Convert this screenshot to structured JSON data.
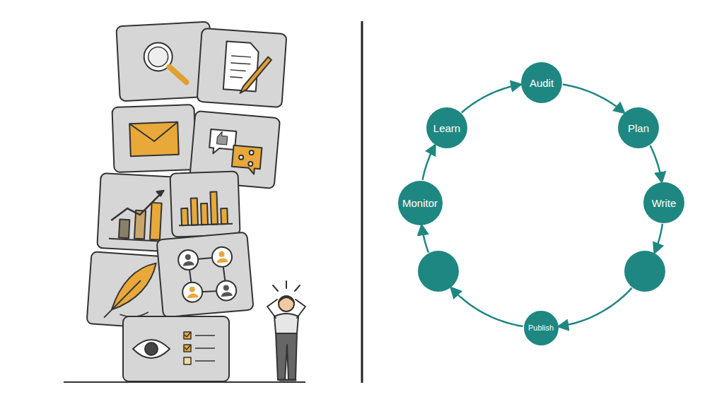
{
  "diagram": {
    "nodes": [
      {
        "text": [
          "Audit"
        ]
      },
      {
        "text": [
          "Plan"
        ]
      },
      {
        "text": [
          "Write"
        ]
      },
      {
        "text": []
      },
      {
        "text": [
          "Publish"
        ]
      },
      {
        "text": []
      },
      {
        "text": [
          "Monitor"
        ]
      },
      {
        "text": [
          "Learn"
        ]
      }
    ],
    "edges": [
      {
        "from": 0,
        "to": 1,
        "arrow": "to"
      },
      {
        "from": 1,
        "to": 2,
        "arrow": "to"
      },
      {
        "from": 2,
        "to": 3,
        "arrow": "to"
      },
      {
        "from": 3,
        "to": 4,
        "arrow": "to"
      },
      {
        "from": 4,
        "to": 5,
        "arrow": "to"
      },
      {
        "from": 5,
        "to": 6,
        "arrow": "to"
      },
      {
        "from": 6,
        "to": 7,
        "arrow": "to"
      },
      {
        "from": 7,
        "to": 0,
        "arrow": "to"
      }
    ]
  }
}
